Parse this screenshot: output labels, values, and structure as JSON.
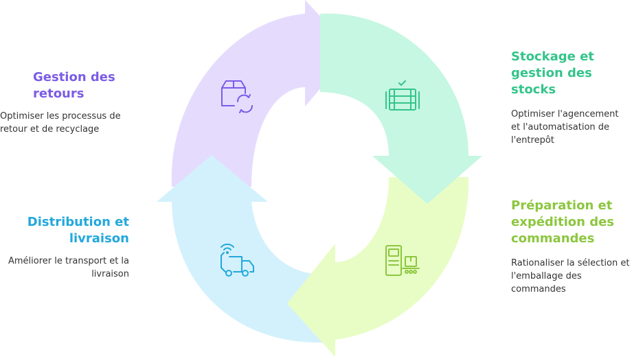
{
  "stages": [
    {
      "id": "stockage",
      "title": "Stockage et gestion des stocks",
      "description": "Optimiser l'agencement et l'automatisation de l'entrepôt",
      "color": "#34c48a",
      "fill": "#c5f7e2",
      "icon": "warehouse-shelves-icon"
    },
    {
      "id": "preparation",
      "title": "Préparation et expédition des commandes",
      "description": "Rationaliser la sélection et l'emballage des commandes",
      "color": "#8cc63f",
      "fill": "#e8fdc5",
      "icon": "packing-machine-icon"
    },
    {
      "id": "distribution",
      "title": "Distribution et livraison",
      "description": "Améliorer le transport et la livraison",
      "color": "#23a8dc",
      "fill": "#d3f1fc",
      "icon": "delivery-truck-icon"
    },
    {
      "id": "retours",
      "title": "Gestion des retours",
      "description": "Optimiser les processus de retour et de recyclage",
      "color": "#7b5ce6",
      "fill": "#e5dcfd",
      "icon": "box-return-icon"
    }
  ]
}
